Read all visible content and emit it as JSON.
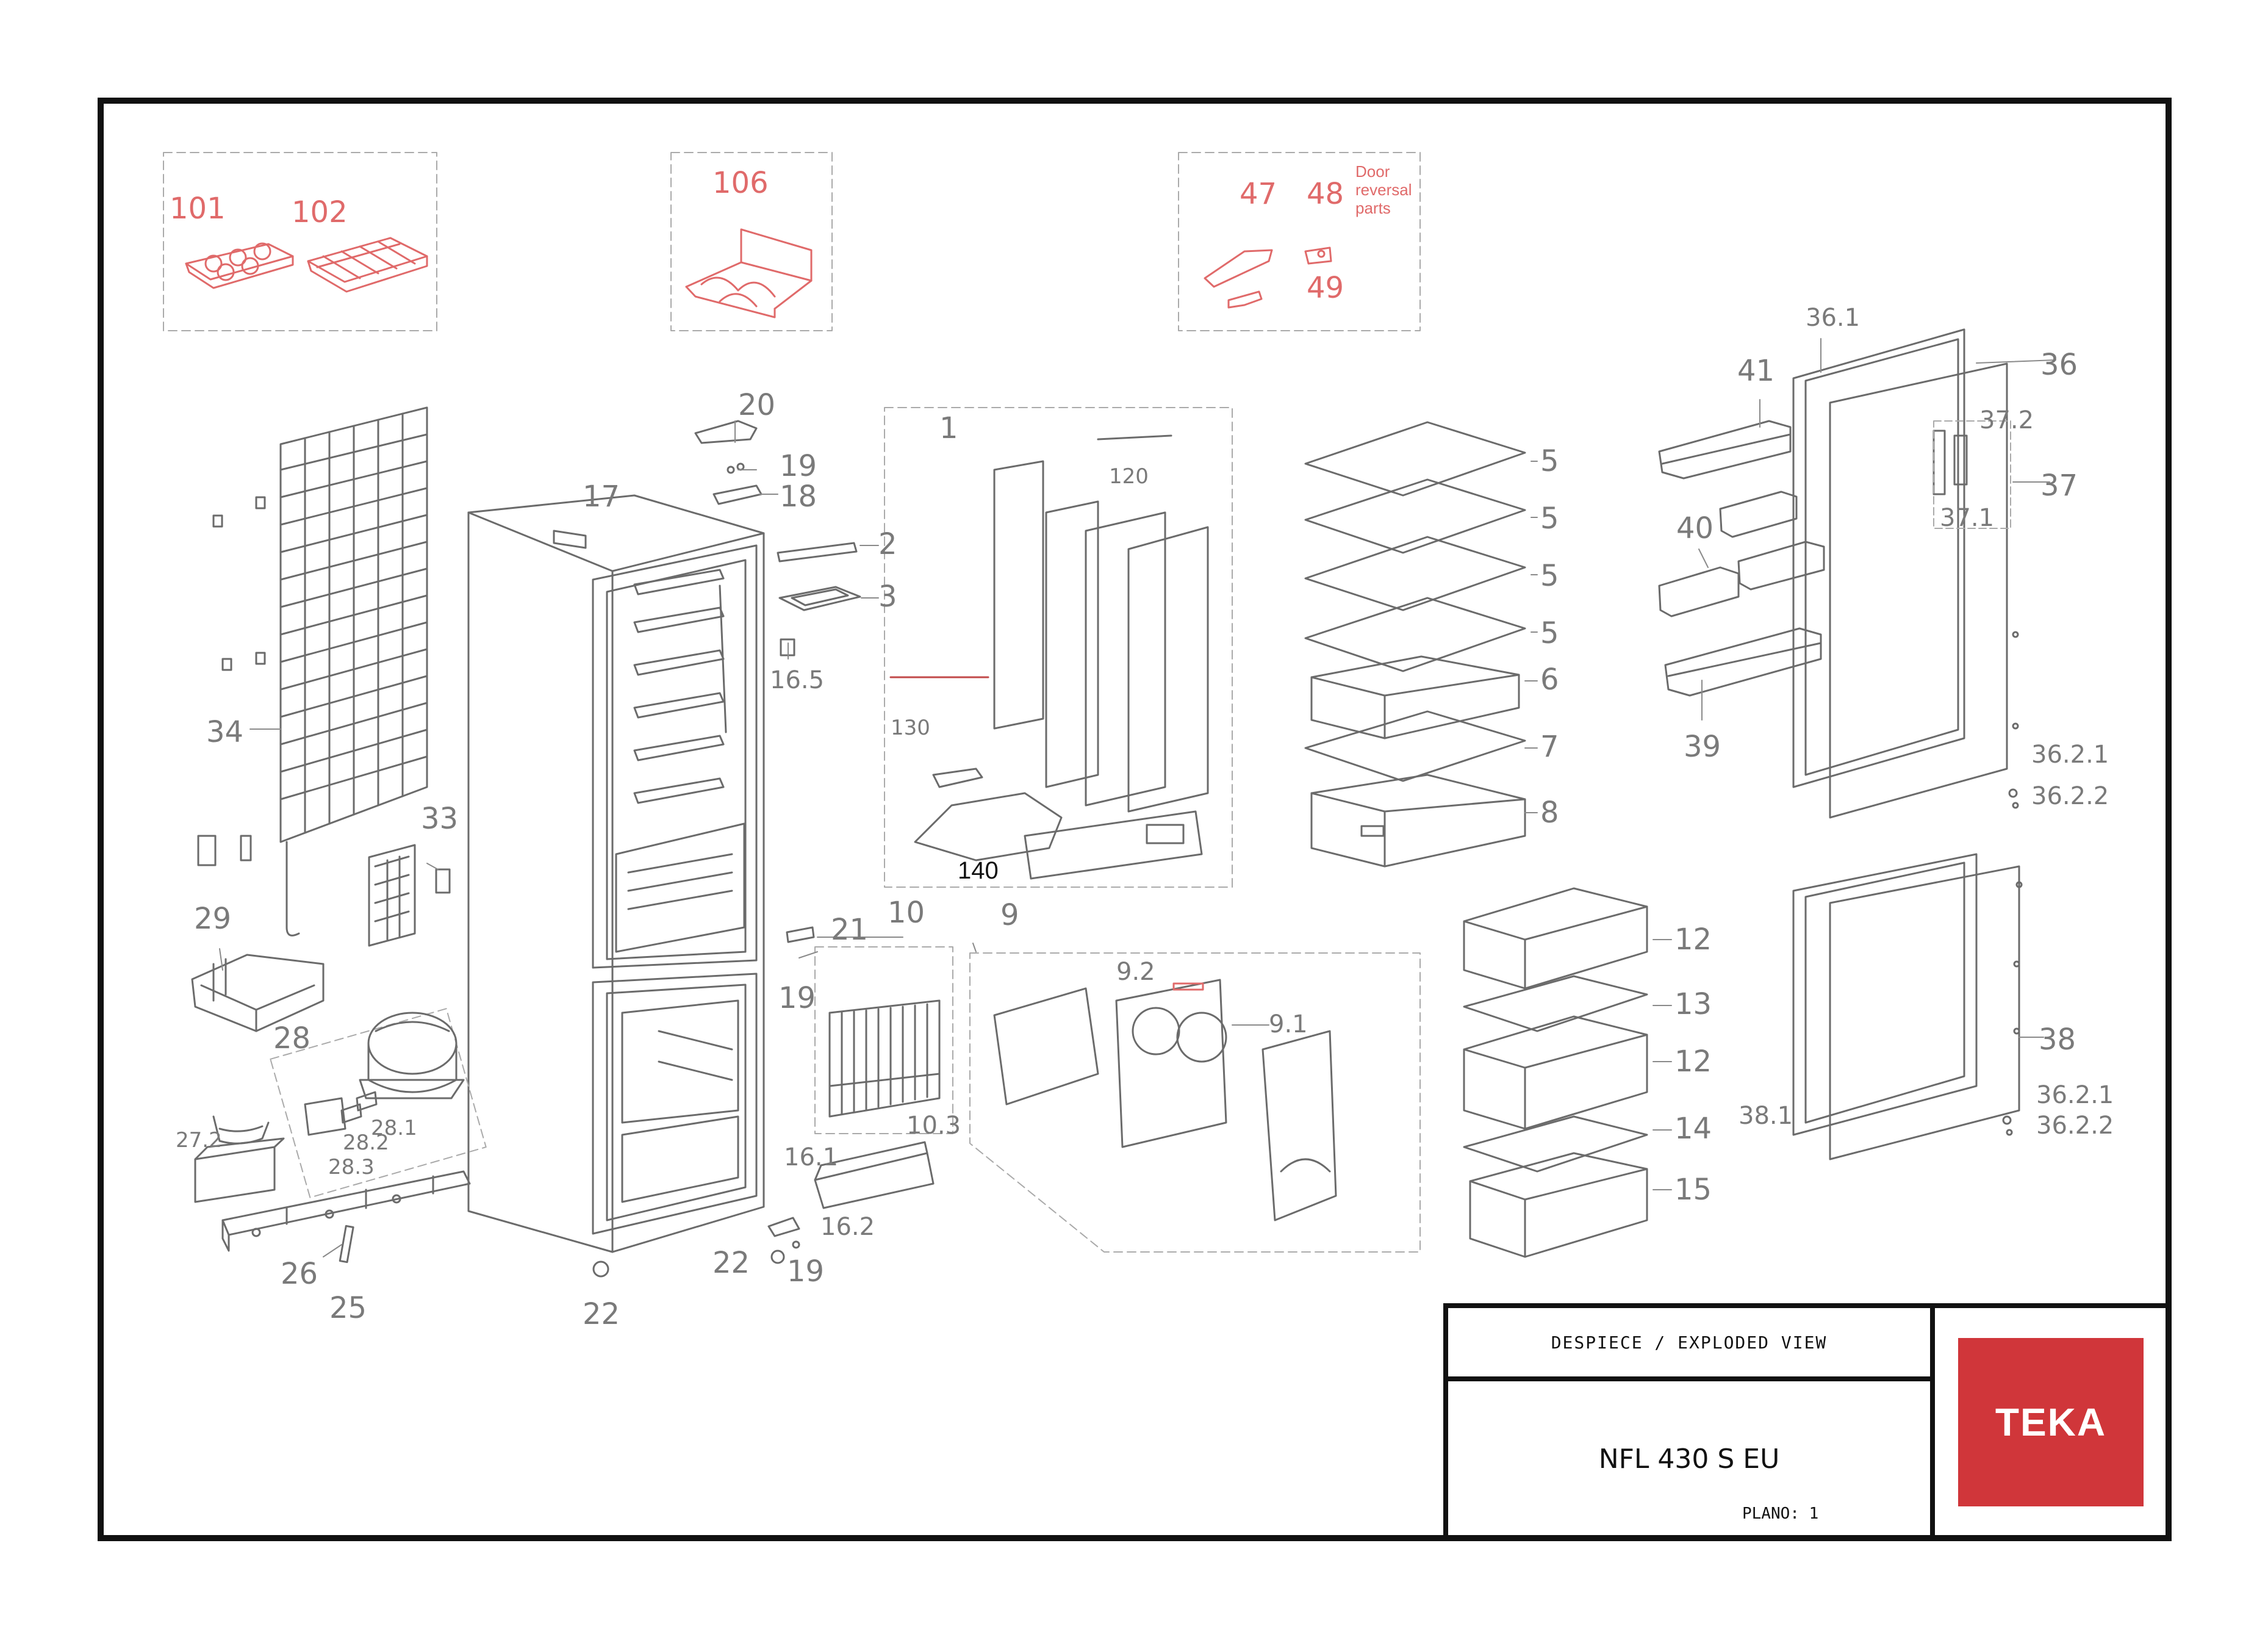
{
  "colors": {
    "frame": "#111111",
    "line_art": "#6b6b6b",
    "accessory": "#e06a6a",
    "logo_bg": "#d0363a",
    "logo_text": "#ffffff"
  },
  "notes": {
    "door_reversal": [
      "Door",
      "reversal",
      "parts"
    ]
  },
  "callouts": {
    "c101": "101",
    "c102": "102",
    "c106": "106",
    "c47": "47",
    "c48": "48",
    "c49": "49",
    "c36_1": "36.1",
    "c36": "36",
    "c41": "41",
    "c37_2": "37.2",
    "c37": "37",
    "c37_1": "37.1",
    "c40": "40",
    "c39": "39",
    "c36_2_1": "36.2.1",
    "c36_2_2": "36.2.2",
    "c20": "20",
    "c19a": "19",
    "c18": "18",
    "c17": "17",
    "c2": "2",
    "c3": "3",
    "c16_5": "16.5",
    "c1": "1",
    "c120": "120",
    "c130": "130",
    "c140": "140",
    "c5a": "5",
    "c5b": "5",
    "c5c": "5",
    "c5d": "5",
    "c6": "6",
    "c7": "7",
    "c8": "8",
    "c34": "34",
    "c33": "33",
    "c29": "29",
    "c28": "28",
    "c28_1": "28.1",
    "c28_2": "28.2",
    "c28_3": "28.3",
    "c27_2": "27.2",
    "c26": "26",
    "c25": "25",
    "c21": "21",
    "c19b": "19",
    "c10": "10",
    "c10_3": "10.3",
    "c16_1": "16.1",
    "c16_2": "16.2",
    "c22a": "22",
    "c19c": "19",
    "c22b": "22",
    "c9": "9",
    "c9_2": "9.2",
    "c9_1": "9.1",
    "c12a": "12",
    "c13": "13",
    "c12b": "12",
    "c14": "14",
    "c15": "15",
    "c38": "38",
    "c38_1": "38.1",
    "c36_2_1b": "36.2.1",
    "c36_2_2b": "36.2.2"
  },
  "title_block": {
    "subtitle": "DESPIECE / EXPLODED VIEW",
    "model": "NFL 430 S EU",
    "plano": "PLANO: 1",
    "logo": "TEKA"
  }
}
